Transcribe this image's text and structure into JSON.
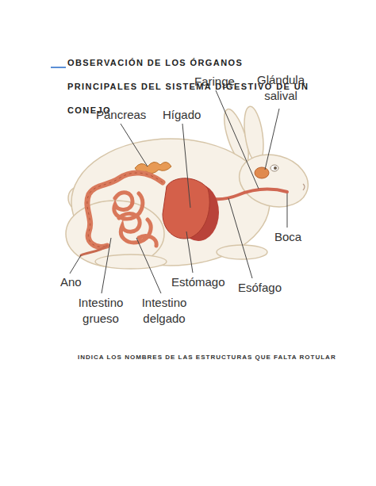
{
  "diagram": {
    "title": "OBSERVACIÓN DE LOS ÓRGANOS PRINCIPALES DEL SISTEMA DIGESTIVO DE UN CONEJO",
    "labels": [
      "Faringe",
      "Glándula salival",
      "Páncreas",
      "Hígado",
      "Boca",
      "Ano",
      "Estómago",
      "Esófago",
      "Intestino grueso",
      "Intestino delgado",
      "INDICA LOS NOMBRES DE LAS ESTRUCTURAS QUE FALTA ROTULAR"
    ]
  }
}
